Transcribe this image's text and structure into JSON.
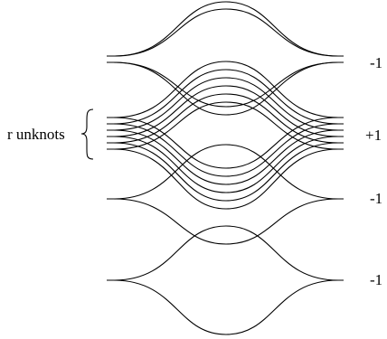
{
  "unknots_label": "r unknots",
  "framings": [
    "-1",
    "+1",
    "-1",
    "-1"
  ]
}
